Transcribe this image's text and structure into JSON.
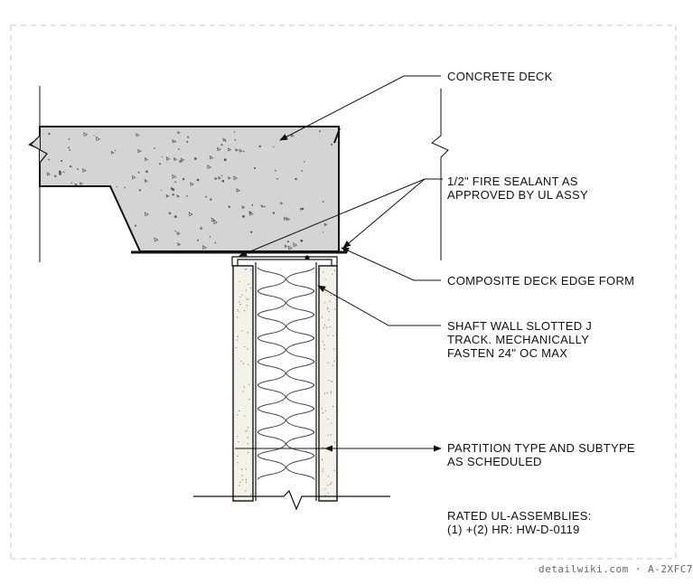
{
  "labels": {
    "concrete_deck": "CONCRETE DECK",
    "fire_sealant_1": "1/2\" FIRE SEALANT AS",
    "fire_sealant_2": "APPROVED BY UL ASSY",
    "edge_form": "COMPOSITE DECK EDGE FORM",
    "j_track_1": "SHAFT WALL SLOTTED J",
    "j_track_2": "TRACK. MECHANICALLY",
    "j_track_3": "FASTEN 24\" OC MAX",
    "partition_1": "PARTITION TYPE AND SUBTYPE",
    "partition_2": "AS SCHEDULED",
    "rated_1": "RATED UL-ASSEMBLIES:",
    "rated_2": "(1) +(2) HR: HW-D-0119"
  },
  "watermark": "detailwiki.com · A-2XFC7",
  "colors": {
    "concrete": "#d4d4d4",
    "line": "#111111",
    "gypsum": "#f4f1e8",
    "insulation": "#ffffff"
  }
}
